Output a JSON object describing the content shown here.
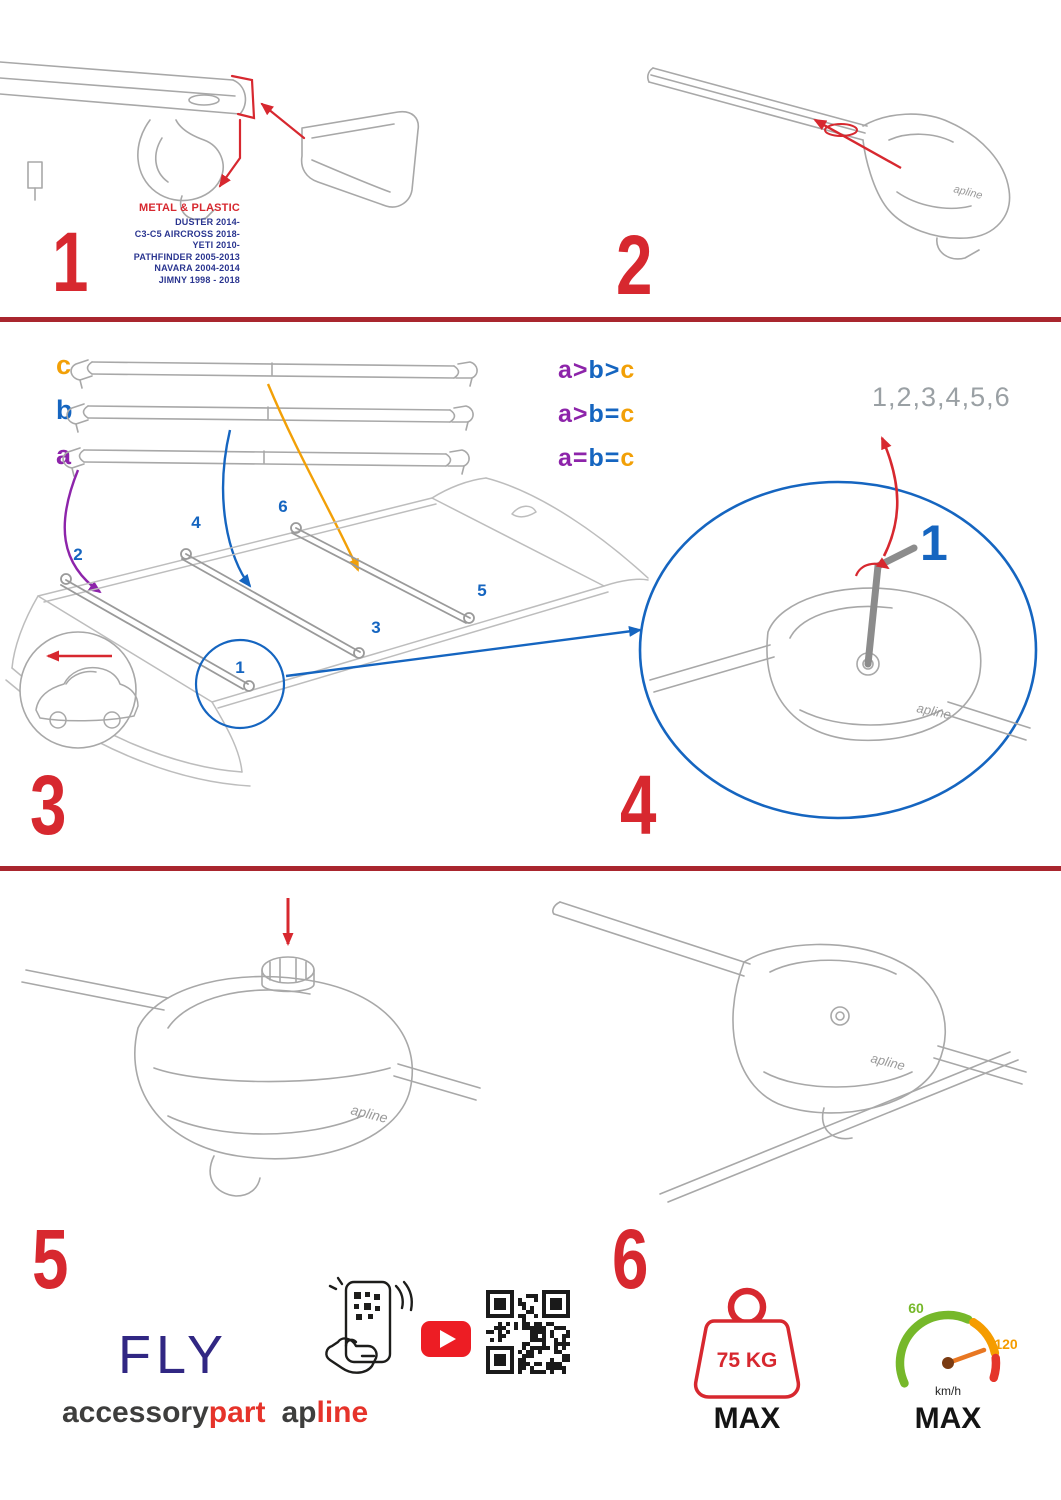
{
  "colors": {
    "accent_red": "#d7282f",
    "divider_red": "#a9262e",
    "blue": "#1565c0",
    "purple": "#8d24aa",
    "orange": "#f2a007",
    "navy_text": "#2a3590",
    "brand_dark": "#3e3e3d",
    "brand_red": "#e6332a",
    "gauge_green": "#76b82a",
    "gauge_orange": "#f59c00",
    "gauge_red": "#e5352b"
  },
  "step1": {
    "number": "1",
    "material_label": "METAL & PLASTIC",
    "vehicles": [
      "DUSTER 2014-",
      "C3-C5 AIRCROSS 2018-",
      "YETI 2010-",
      "PATHFINDER 2005-2013",
      "NAVARA 2004-2014",
      "JIMNY 1998 - 2018"
    ]
  },
  "step2": {
    "number": "2"
  },
  "step3": {
    "number": "3",
    "bar_labels": [
      "c",
      "b",
      "a"
    ],
    "comparisons": [
      [
        "a",
        ">",
        "b",
        ">",
        "c"
      ],
      [
        "a",
        ">",
        "b",
        "=",
        "c"
      ],
      [
        "a",
        "=",
        "b",
        "=",
        "c"
      ]
    ],
    "positions": [
      "1",
      "2",
      "3",
      "4",
      "5",
      "6"
    ]
  },
  "step4": {
    "number": "4",
    "sequence": "1,2,3,4,5,6",
    "highlight": "1"
  },
  "step5": {
    "number": "5"
  },
  "step6": {
    "number": "6"
  },
  "clamp_logo": "apline",
  "footer": {
    "product": "FLY",
    "brand_accessory": "accessory",
    "brand_part": "part",
    "brand_ap": "ap",
    "brand_line": "line",
    "weight": {
      "value": "75 KG",
      "max_label": "MAX"
    },
    "speed": {
      "low": "60",
      "high": "120",
      "unit": "km/h",
      "max_label": "MAX"
    }
  }
}
